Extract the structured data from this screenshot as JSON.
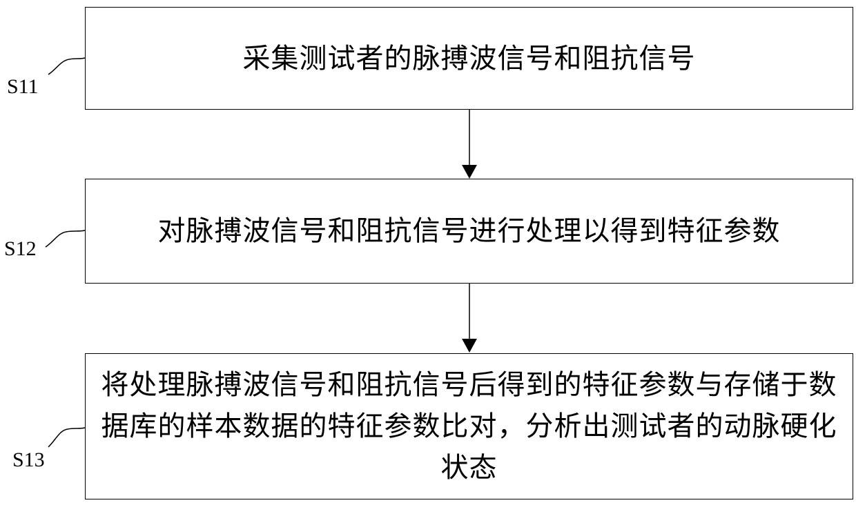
{
  "steps": [
    {
      "id": "S11",
      "text": "采集测试者的脉搏波信号和阻抗信号"
    },
    {
      "id": "S12",
      "text": "对脉搏波信号和阻抗信号进行处理以得到特征参数"
    },
    {
      "id": "S13",
      "text": "将处理脉搏波信号和阻抗信号后得到的特征参数与存储于数据库的样本数据的特征参数比对，分析出测试者的动脉硬化状态"
    }
  ]
}
